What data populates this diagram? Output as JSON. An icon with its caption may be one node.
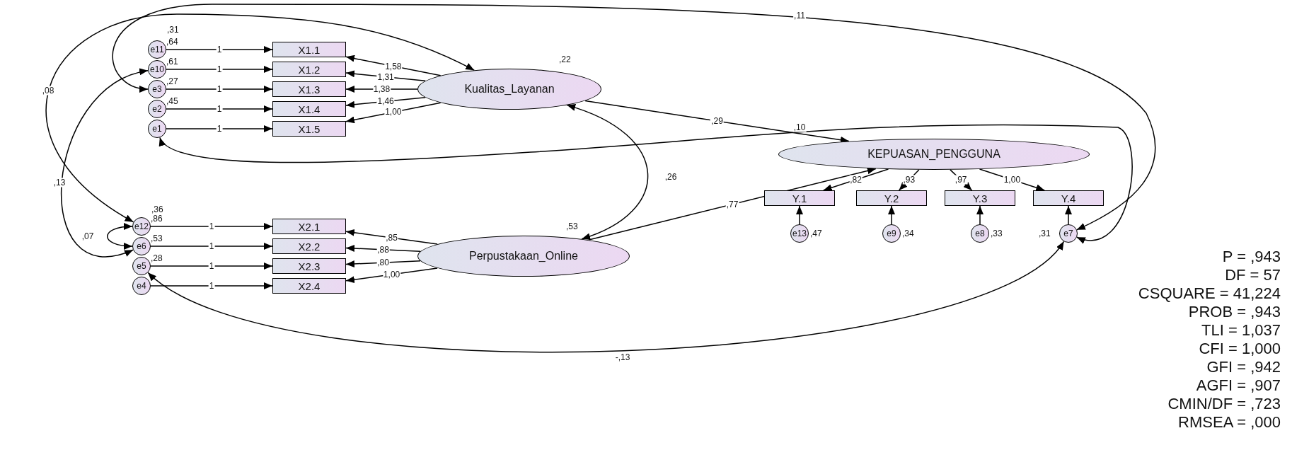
{
  "diagram": {
    "nodes": [
      {
        "text": [
          "e11"
        ],
        "beside": [
          ",64"
        ]
      },
      {
        "text": [
          "e10"
        ],
        "beside": [
          ",61"
        ]
      },
      {
        "text": [
          "e3"
        ],
        "beside": [
          ",27"
        ]
      },
      {
        "text": [
          "e2"
        ],
        "beside": [
          ",45"
        ]
      },
      {
        "text": [
          "e1"
        ]
      },
      {
        "text": [
          "X1.1"
        ]
      },
      {
        "text": [
          "X1.2"
        ]
      },
      {
        "text": [
          "X1.3"
        ]
      },
      {
        "text": [
          "X1.4"
        ]
      },
      {
        "text": [
          "X1.5"
        ]
      },
      {
        "text": [
          "Kualitas_Layanan"
        ],
        "beside": [
          ",22"
        ]
      },
      {
        "text": [
          "KEPUASAN_PENGGUNA"
        ]
      },
      {
        "text": [
          "Y.1"
        ]
      },
      {
        "text": [
          "Y.2"
        ]
      },
      {
        "text": [
          "Y.3"
        ]
      },
      {
        "text": [
          "Y.4"
        ]
      },
      {
        "text": [
          "e13"
        ],
        "beside": [
          ",47"
        ]
      },
      {
        "text": [
          "e9"
        ],
        "beside": [
          ",34"
        ]
      },
      {
        "text": [
          "e8"
        ],
        "beside": [
          ",33"
        ]
      },
      {
        "text": [
          "e7"
        ],
        "beside": [
          ",31"
        ]
      },
      {
        "text": [
          "e12"
        ],
        "beside": [
          ",86"
        ]
      },
      {
        "text": [
          "e6"
        ],
        "beside": [
          ",53"
        ]
      },
      {
        "text": [
          "e5"
        ],
        "beside": [
          ",28"
        ]
      },
      {
        "text": [
          "e4"
        ]
      },
      {
        "text": [
          "X2.1"
        ]
      },
      {
        "text": [
          "X2.2"
        ]
      },
      {
        "text": [
          "X2.3"
        ]
      },
      {
        "text": [
          "X2.4"
        ]
      },
      {
        "text": [
          "Perpustakaan_Online"
        ],
        "beside": [
          ",53"
        ]
      }
    ],
    "edges": [
      {
        "from": 0,
        "to": 5,
        "arrow": "to",
        "label": "1"
      },
      {
        "from": 1,
        "to": 6,
        "arrow": "to",
        "label": "1"
      },
      {
        "from": 2,
        "to": 7,
        "arrow": "to",
        "label": "1"
      },
      {
        "from": 3,
        "to": 8,
        "arrow": "to",
        "label": "1"
      },
      {
        "from": 4,
        "to": 9,
        "arrow": "to",
        "label": "1"
      },
      {
        "from": 10,
        "to": 5,
        "arrow": "to",
        "label": "1,58"
      },
      {
        "from": 10,
        "to": 6,
        "arrow": "to",
        "label": "1,31"
      },
      {
        "from": 10,
        "to": 7,
        "arrow": "to",
        "label": "1,38"
      },
      {
        "from": 10,
        "to": 8,
        "arrow": "to",
        "label": "1,46"
      },
      {
        "from": 10,
        "to": 9,
        "arrow": "to",
        "label": "1,00"
      },
      {
        "from": 20,
        "to": 24,
        "arrow": "to",
        "label": "1"
      },
      {
        "from": 21,
        "to": 25,
        "arrow": "to",
        "label": "1"
      },
      {
        "from": 22,
        "to": 26,
        "arrow": "to",
        "label": "1"
      },
      {
        "from": 23,
        "to": 27,
        "arrow": "to",
        "label": "1"
      },
      {
        "from": 28,
        "to": 24,
        "arrow": "to",
        "label": ",85"
      },
      {
        "from": 28,
        "to": 25,
        "arrow": "to",
        "label": ",88"
      },
      {
        "from": 28,
        "to": 26,
        "arrow": "to",
        "label": ",80"
      },
      {
        "from": 28,
        "to": 27,
        "arrow": "to",
        "label": "1,00"
      },
      {
        "from": 11,
        "to": 12,
        "arrow": "to",
        "label": ",82"
      },
      {
        "from": 11,
        "to": 13,
        "arrow": "to",
        "label": ",93"
      },
      {
        "from": 11,
        "to": 14,
        "arrow": "to",
        "label": ",97"
      },
      {
        "from": 11,
        "to": 15,
        "arrow": "to",
        "label": "1,00"
      },
      {
        "from": 16,
        "to": 12,
        "arrow": "to"
      },
      {
        "from": 17,
        "to": 13,
        "arrow": "to"
      },
      {
        "from": 18,
        "to": 14,
        "arrow": "to"
      },
      {
        "from": 19,
        "to": 15,
        "arrow": "to"
      },
      {
        "from": 10,
        "to": 11,
        "arrow": "to",
        "label": ",29"
      },
      {
        "from": 28,
        "to": 11,
        "arrow": "to",
        "label": ",77"
      },
      {
        "from": 10,
        "to": 28,
        "arrow": "both",
        "label": ",26"
      },
      {
        "from": 20,
        "to": 10,
        "arrow": "both",
        "label": ",08"
      },
      {
        "from": 1,
        "to": 21,
        "arrow": "both",
        "label": ",13"
      },
      {
        "from": 20,
        "to": 21,
        "arrow": "both",
        "label": ",07"
      },
      {
        "from": 2,
        "to": 19,
        "arrow": "both",
        "label": ",11"
      },
      {
        "from": 4,
        "to": 19,
        "arrow": "both",
        "label": ",10"
      },
      {
        "from": 22,
        "to": 19,
        "arrow": "both",
        "label": "-,13"
      }
    ],
    "labels": [
      ",31",
      ",36",
      "P = ,943",
      "DF = 57",
      "CSQUARE = 41,224",
      "PROB = ,943",
      "TLI = 1,037",
      "CFI = 1,000",
      "GFI = ,942",
      "AGFI = ,907",
      "CMIN/DF = ,723",
      "RMSEA = ,000"
    ]
  }
}
